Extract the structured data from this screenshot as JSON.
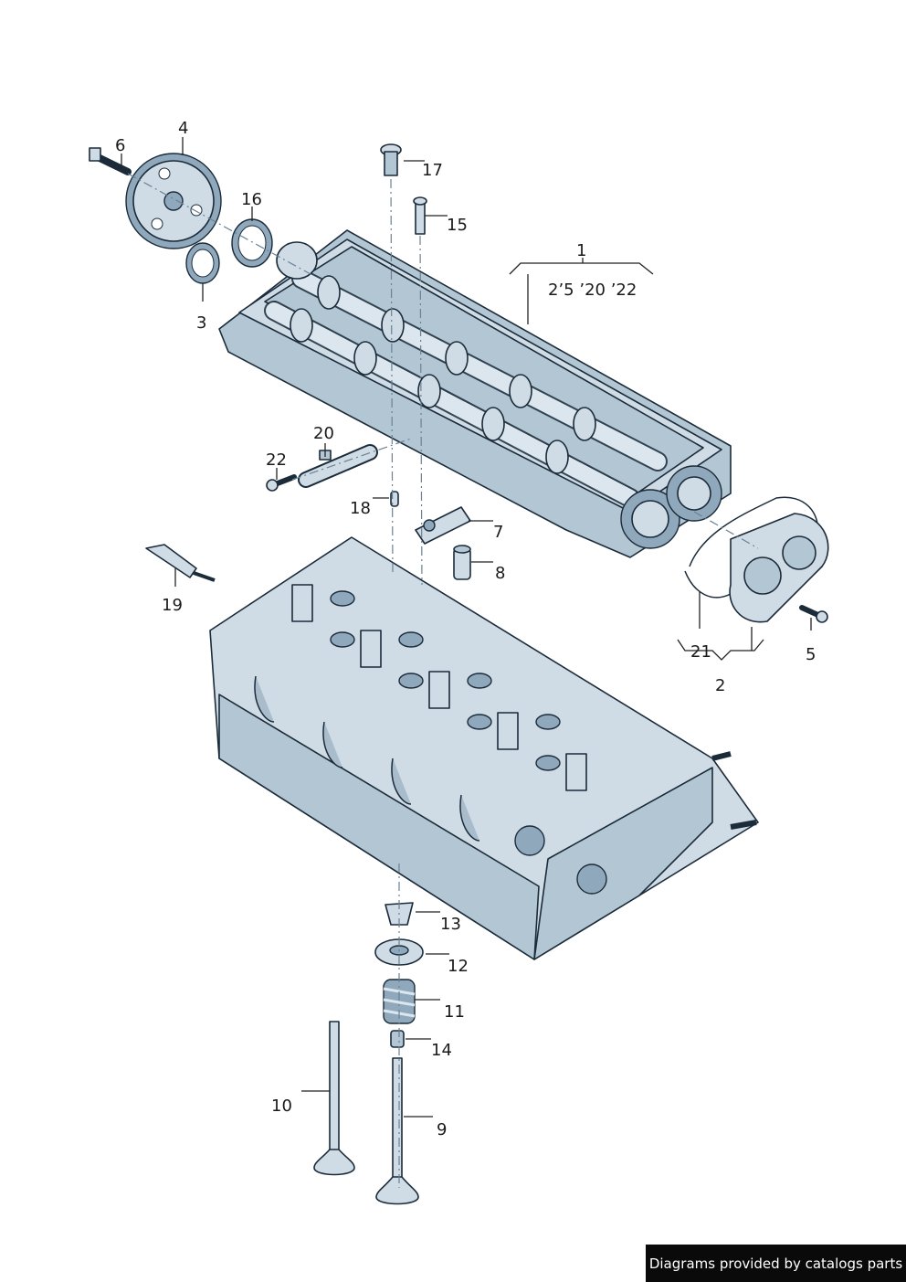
{
  "callouts": {
    "c1": "1",
    "c1_codes": "2’5 ’20 ’22",
    "c2": "2",
    "c3": "3",
    "c4": "4",
    "c5": "5",
    "c6": "6",
    "c7": "7",
    "c8": "8",
    "c9": "9",
    "c10": "10",
    "c11": "11",
    "c12": "12",
    "c13": "13",
    "c14": "14",
    "c15": "15",
    "c16": "16",
    "c17": "17",
    "c18": "18",
    "c19": "19",
    "c20": "20",
    "c21": "21",
    "c22": "22"
  },
  "footer": {
    "text": "Diagrams provided by catalogs parts"
  }
}
